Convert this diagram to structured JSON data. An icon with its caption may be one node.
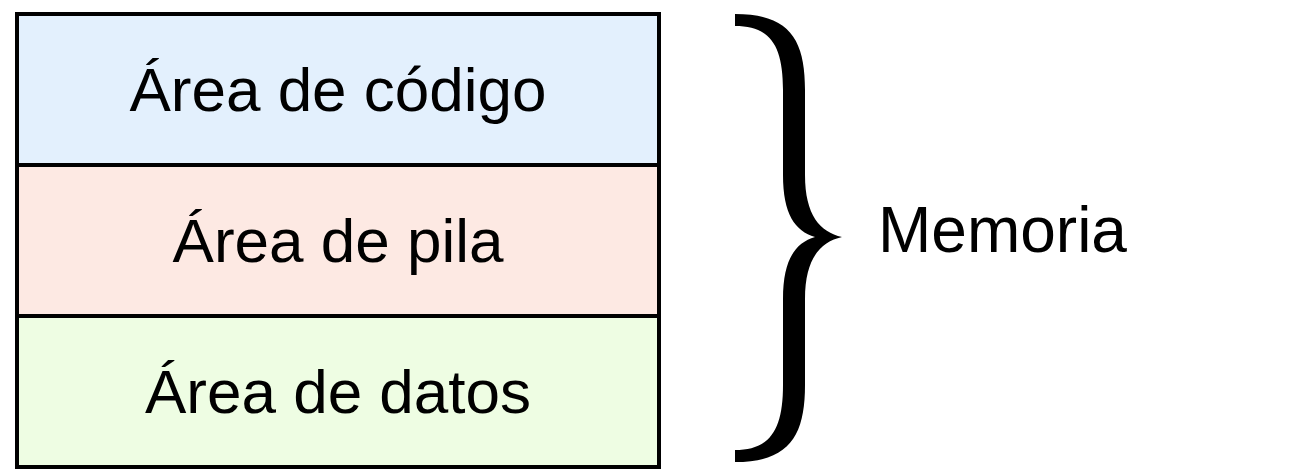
{
  "diagram": {
    "nodes": [
      {
        "text": [
          "Área de código"
        ]
      },
      {
        "text": [
          "Área de pila"
        ]
      },
      {
        "text": [
          "Área de datos"
        ]
      },
      {
        "text": [],
        "shape": "brace"
      }
    ],
    "labels": [
      "Memoria"
    ]
  }
}
